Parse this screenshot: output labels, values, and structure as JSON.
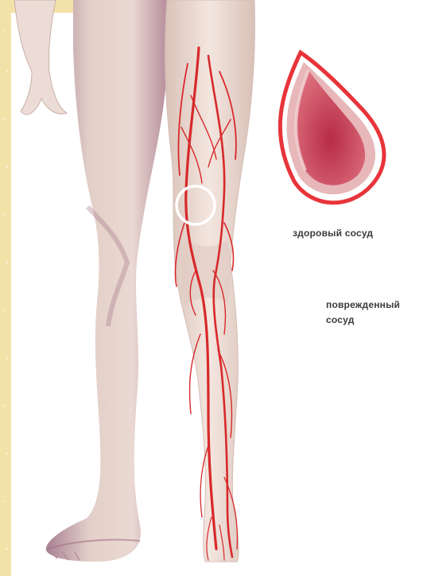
{
  "illustration": {
    "subject": "leg-arteries",
    "colors": {
      "background": "#ffffff",
      "left_margin": "#f3e2a8",
      "skin": "#e8d6cf",
      "skin_shadow": "#b88d9a",
      "artery": "#d8282a",
      "vessel_wall_outer": "#e8343a",
      "vessel_wall_inner": "#e7b7b9",
      "blood": "#c53a4e",
      "plaque": "#f0dc8a"
    }
  },
  "labels": {
    "healthy_vessel": "здоровый сосуд",
    "damaged_vessel_line1": "поврежденный",
    "damaged_vessel_line2": "сосуд"
  }
}
